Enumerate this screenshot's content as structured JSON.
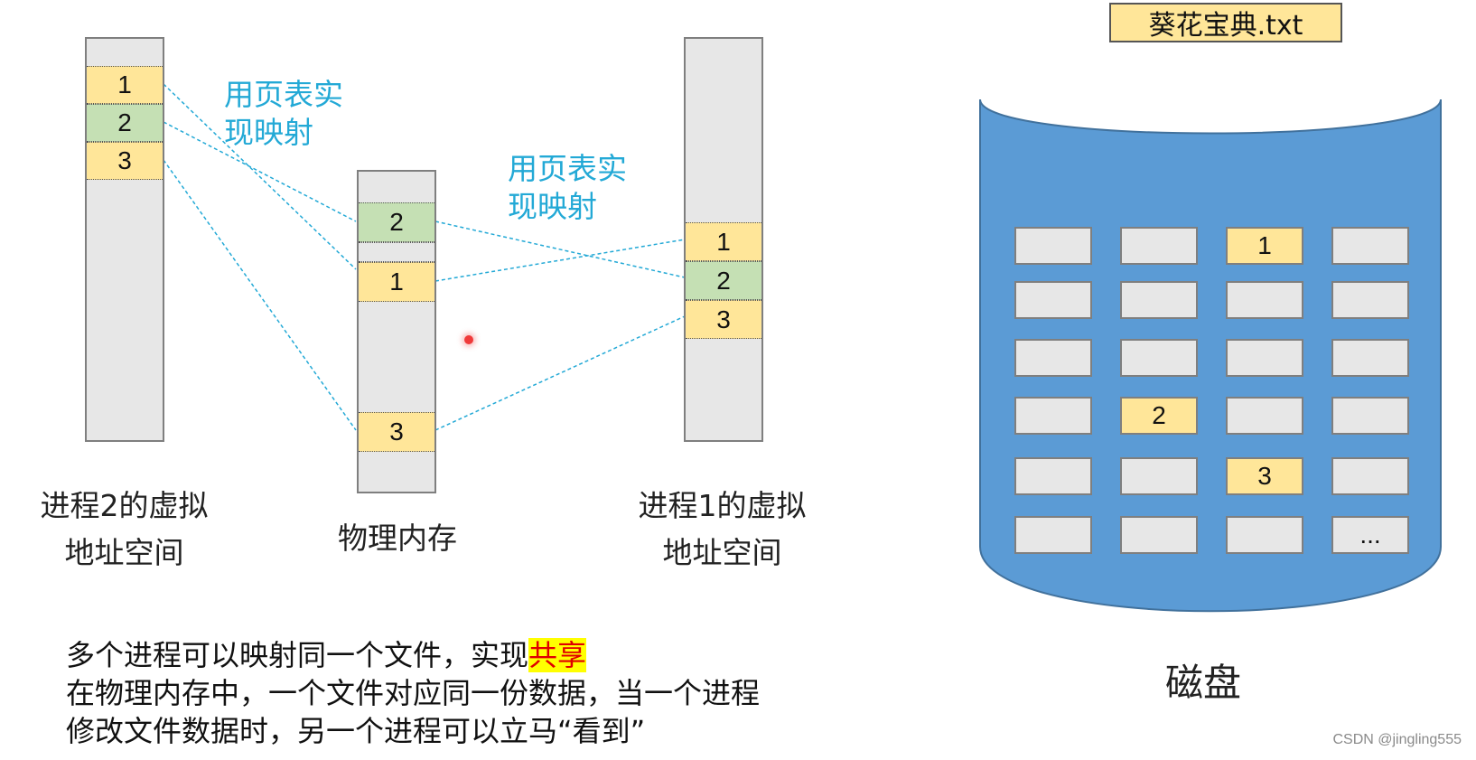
{
  "file": {
    "name": "葵花宝典.txt"
  },
  "process2": {
    "label_lines": [
      "进程2的虚拟",
      "地址空间"
    ],
    "pages": [
      "1",
      "2",
      "3"
    ]
  },
  "physical": {
    "label": "物理内存",
    "pages": [
      "2",
      "1",
      "3"
    ]
  },
  "process1": {
    "label_lines": [
      "进程1的虚拟",
      "地址空间"
    ],
    "pages": [
      "1",
      "2",
      "3"
    ]
  },
  "mapping_notes": [
    {
      "lines": [
        "用页表实",
        "现映射"
      ]
    },
    {
      "lines": [
        "用页表实",
        "现映射"
      ]
    }
  ],
  "disk": {
    "label": "磁盘",
    "blocks": [
      [
        "",
        "",
        "1",
        ""
      ],
      [
        "",
        "",
        "",
        ""
      ],
      [
        "",
        "",
        "",
        ""
      ],
      [
        "",
        "2",
        "",
        ""
      ],
      [
        "",
        "",
        "3",
        ""
      ],
      [
        "",
        "",
        "",
        "..."
      ]
    ]
  },
  "summary": {
    "line1_prefix": "多个进程可以映射同一个文件，实现",
    "line1_highlight": "共享",
    "line2": "在物理内存中，一个文件对应同一份数据，当一个进程",
    "line3": "修改文件数据时，另一个进程可以立马“看到”"
  },
  "watermark": "CSDN @jingling555",
  "colors": {
    "page_yellow": "#ffe699",
    "page_green": "#c5e0b4",
    "link_line": "#23a9d6",
    "disk_blue": "#5b9bd5",
    "highlight_bg": "#ffff00",
    "highlight_text": "#e00000"
  }
}
